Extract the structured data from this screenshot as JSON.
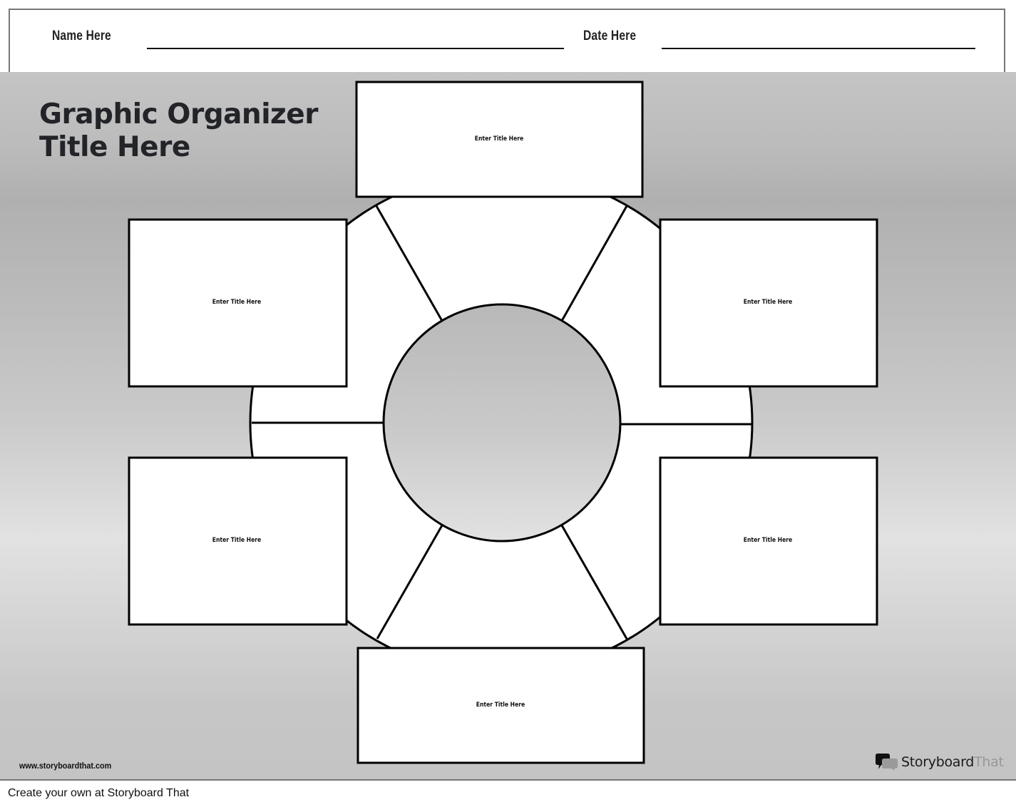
{
  "header": {
    "name_label": "Name Here",
    "date_label": "Date Here"
  },
  "organizer": {
    "title_line1": "Graphic Organizer",
    "title_line2": "Title Here",
    "center_circle_text": "",
    "boxes": [
      {
        "position": "top",
        "label": "Enter Title Here"
      },
      {
        "position": "upper-left",
        "label": "Enter Title Here"
      },
      {
        "position": "upper-right",
        "label": "Enter Title Here"
      },
      {
        "position": "lower-left",
        "label": "Enter Title Here"
      },
      {
        "position": "lower-right",
        "label": "Enter Title Here"
      },
      {
        "position": "bottom",
        "label": "Enter Title Here"
      }
    ]
  },
  "branding": {
    "website": "www.storyboardthat.com",
    "logo_part1": "Storyboard",
    "logo_part2": "That",
    "logo_icon": "speech-bubbles-icon"
  },
  "footer": {
    "cta": "Create your own at Storyboard That"
  },
  "colors": {
    "border": "#000000",
    "box_fill": "#ffffff",
    "title_text": "#222428",
    "logo_dark": "#1a1a1a",
    "logo_light": "#999999"
  }
}
